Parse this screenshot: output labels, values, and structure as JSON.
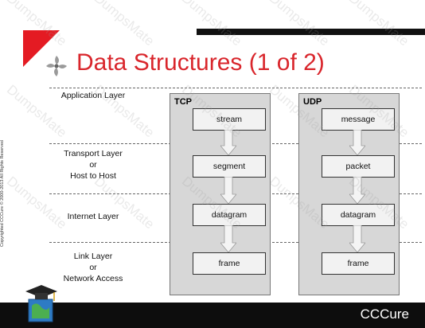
{
  "title": "Data Structures (1 of 2)",
  "copyright": "Copyrighted CCCure © 2000-2013 All Rights Reserved",
  "layers": [
    {
      "lines": [
        "Application Layer"
      ]
    },
    {
      "lines": [
        "Transport Layer",
        "or",
        "Host to Host"
      ]
    },
    {
      "lines": [
        "Internet Layer"
      ]
    },
    {
      "lines": [
        "Link Layer",
        "or",
        "Network Access"
      ]
    }
  ],
  "columns": {
    "tcp": {
      "title": "TCP",
      "items": [
        "stream",
        "segment",
        "datagram",
        "frame"
      ]
    },
    "udp": {
      "title": "UDP",
      "items": [
        "message",
        "packet",
        "datagram",
        "frame"
      ]
    }
  },
  "brand": "CCCure",
  "watermark": "DumpsMate",
  "colors": {
    "title": "#d9262c",
    "accent_red": "#e41b23",
    "bar": "#0d0d0d",
    "column_bg": "#d7d7d7"
  }
}
